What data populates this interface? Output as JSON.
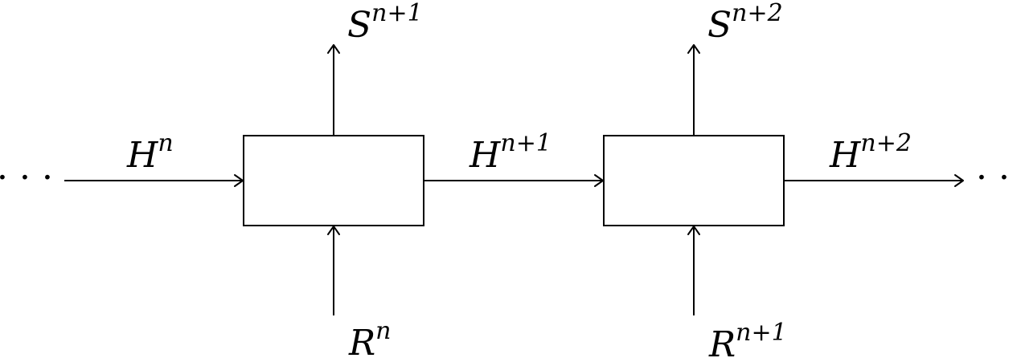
{
  "diagram": {
    "ellipsis_left": "· · ·",
    "ellipsis_right": "· · ·",
    "blocks": [
      {
        "input_label": {
          "base": "H",
          "sup": "n"
        },
        "output_label": {
          "base": "H",
          "sup": "n+1"
        },
        "top_label": {
          "base": "S",
          "sup": "n+1"
        },
        "bottom_label": {
          "base": "R",
          "sup": "n"
        }
      },
      {
        "input_label": {
          "base": "H",
          "sup": "n+1"
        },
        "output_label": {
          "base": "H",
          "sup": "n+2"
        },
        "top_label": {
          "base": "S",
          "sup": "n+2"
        },
        "bottom_label": {
          "base": "R",
          "sup": "n+1"
        }
      }
    ]
  }
}
